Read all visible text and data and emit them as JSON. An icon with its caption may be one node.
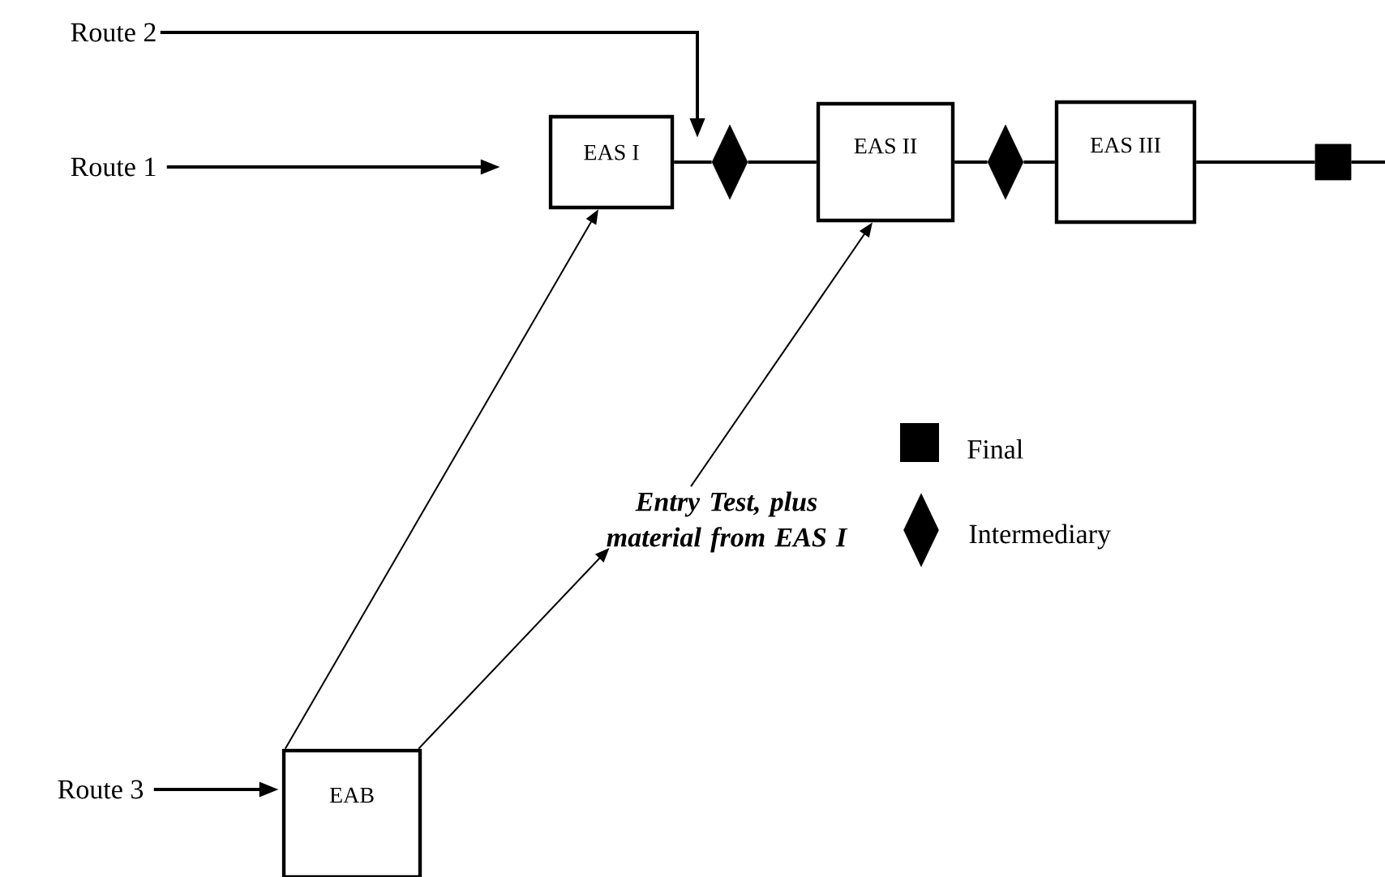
{
  "diagram": {
    "nodes": [
      {
        "text": [
          "Route 2"
        ]
      },
      {
        "text": [
          "Route 1"
        ]
      },
      {
        "text": [
          "EAS I"
        ]
      },
      {
        "text": [],
        "shape": "diamond"
      },
      {
        "text": [
          "EAS II"
        ]
      },
      {
        "text": [],
        "shape": "diamond"
      },
      {
        "text": [
          "EAS III"
        ]
      },
      {
        "text": [],
        "shape": "box"
      },
      {
        "text": [
          "Route 3"
        ]
      },
      {
        "text": [
          "EAB"
        ]
      },
      {
        "text": [
          "Entry Test, plus material from EAS I"
        ]
      }
    ],
    "edges": [
      {
        "from": 0,
        "to": null,
        "arrow": "to"
      },
      {
        "from": 1,
        "to": 2,
        "arrow": "to"
      },
      {
        "from": 2,
        "to": 3,
        "arrow": "none"
      },
      {
        "from": 3,
        "to": 4,
        "arrow": "none"
      },
      {
        "from": 4,
        "to": 5,
        "arrow": "none"
      },
      {
        "from": 5,
        "to": 6,
        "arrow": "none"
      },
      {
        "from": 6,
        "to": 7,
        "arrow": "none"
      },
      {
        "from": 7,
        "to": null,
        "arrow": "none"
      },
      {
        "from": 8,
        "to": 9,
        "arrow": "to"
      },
      {
        "from": 9,
        "to": 2,
        "arrow": "to"
      },
      {
        "from": 9,
        "to": 10,
        "arrow": "to"
      },
      {
        "from": 10,
        "to": 4,
        "arrow": "to"
      }
    ],
    "legend": [
      {
        "text": "Final"
      },
      {
        "text": "Intermediary"
      }
    ]
  }
}
